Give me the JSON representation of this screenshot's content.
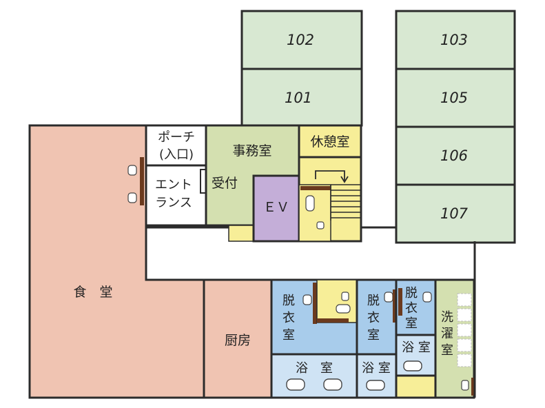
{
  "rooms": {
    "r102": "102",
    "r103": "103",
    "r101": "101",
    "r105": "105",
    "r106": "106",
    "r107": "107"
  },
  "labels": {
    "porch_1": "ポーチ",
    "porch_2": "(入口)",
    "office": "事務室",
    "lounge": "休憩室",
    "entrance_1": "エント",
    "entrance_2": "ランス",
    "reception": "受付",
    "elevator": "ＥＶ",
    "dining": "食　堂",
    "kitchen": "厨房",
    "changing": "脱衣室",
    "bath": "浴　室",
    "bath_short": "浴 室",
    "laundry": "洗濯室"
  },
  "colors": {
    "green_room": "#d8e8d2",
    "pink_room": "#f0c4b2",
    "white_corridor": "#ffffff",
    "olive_office": "#d4e0b0",
    "yellow": "#f7ee98",
    "purple_ev": "#c4aed8",
    "blue_bath": "#a8cceb",
    "light_blue": "#cfe3f4",
    "brown_door": "#6b3a1e"
  }
}
